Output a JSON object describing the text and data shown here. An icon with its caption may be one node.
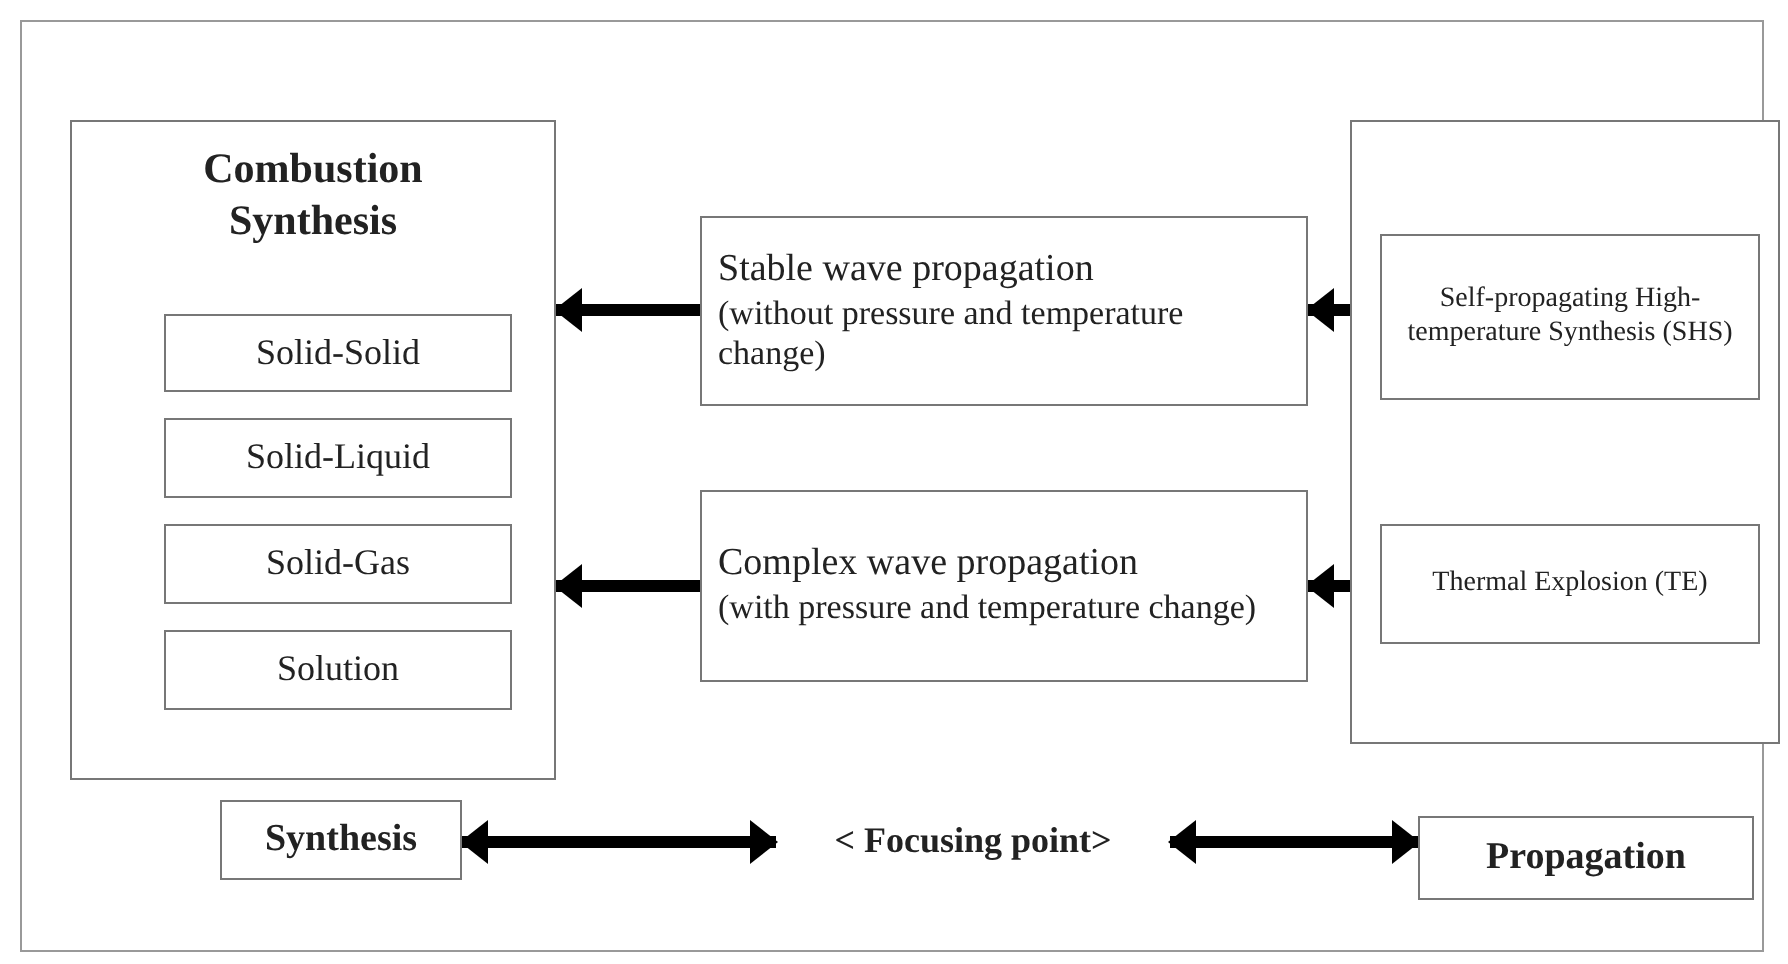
{
  "diagram": {
    "nodes": [
      {
        "text": [
          "Combustion Synthesis"
        ]
      },
      {
        "text": [
          "Solid-Solid"
        ],
        "in": 0
      },
      {
        "text": [
          "Solid-Liquid"
        ],
        "in": 0
      },
      {
        "text": [
          "Solid-Gas"
        ],
        "in": 0
      },
      {
        "text": [
          "Solution"
        ],
        "in": 0
      },
      {
        "text": [
          "Stable wave propagation",
          "(without pressure and temperature change)"
        ]
      },
      {
        "text": [
          "Complex wave propagation",
          "(with pressure and temperature change)"
        ]
      },
      {
        "text": [],
        "shape": "box"
      },
      {
        "text": [
          "Self-propagating High-temperature Synthesis (SHS)"
        ],
        "in": 7
      },
      {
        "text": [
          "Thermal Explosion (TE)"
        ],
        "in": 7
      },
      {
        "text": [
          "Synthesis"
        ]
      },
      {
        "text": [
          "< Focusing point>"
        ]
      },
      {
        "text": [
          "Propagation"
        ]
      }
    ],
    "edges": [
      {
        "from": 8,
        "to": 5,
        "arrow": "to"
      },
      {
        "from": 5,
        "to": 0,
        "arrow": "to"
      },
      {
        "from": 9,
        "to": 6,
        "arrow": "to"
      },
      {
        "from": 6,
        "to": 0,
        "arrow": "to"
      },
      {
        "from": 11,
        "to": 10,
        "arrow": "both"
      },
      {
        "from": 11,
        "to": 12,
        "arrow": "both"
      }
    ]
  }
}
